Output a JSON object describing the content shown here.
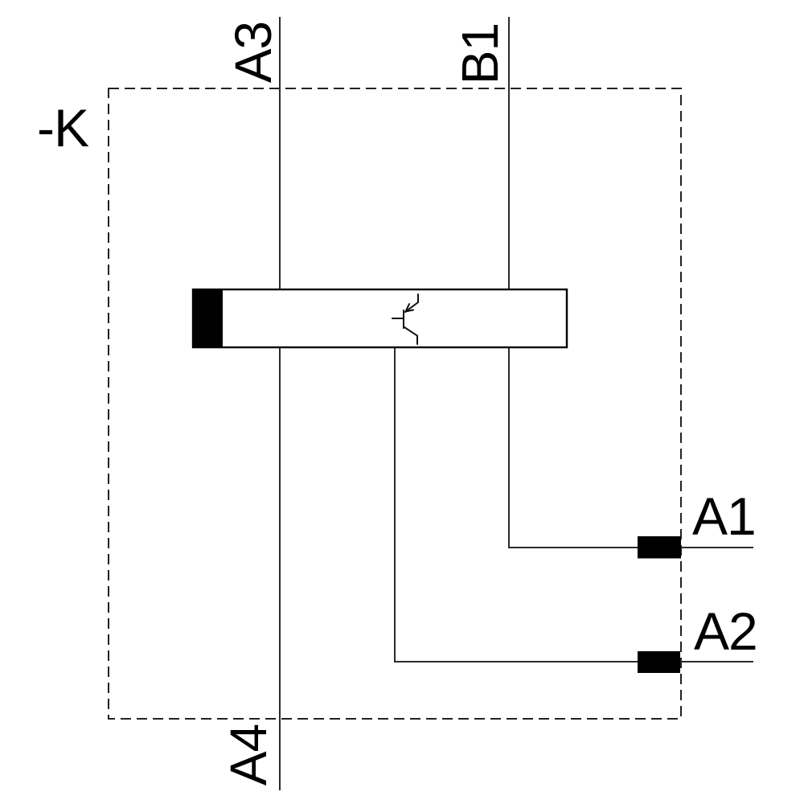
{
  "schematic": {
    "device_label": "-K",
    "pins": {
      "a3": "A3",
      "b1": "B1",
      "a4": "A4",
      "a1": "A1",
      "a2": "A2"
    },
    "component": {
      "body": "relay-coil-block",
      "output_symbol": "transistor-icon"
    },
    "colors": {
      "background": "#ffffff",
      "line": "#2b2b2b",
      "solid_black": "#000000"
    }
  }
}
